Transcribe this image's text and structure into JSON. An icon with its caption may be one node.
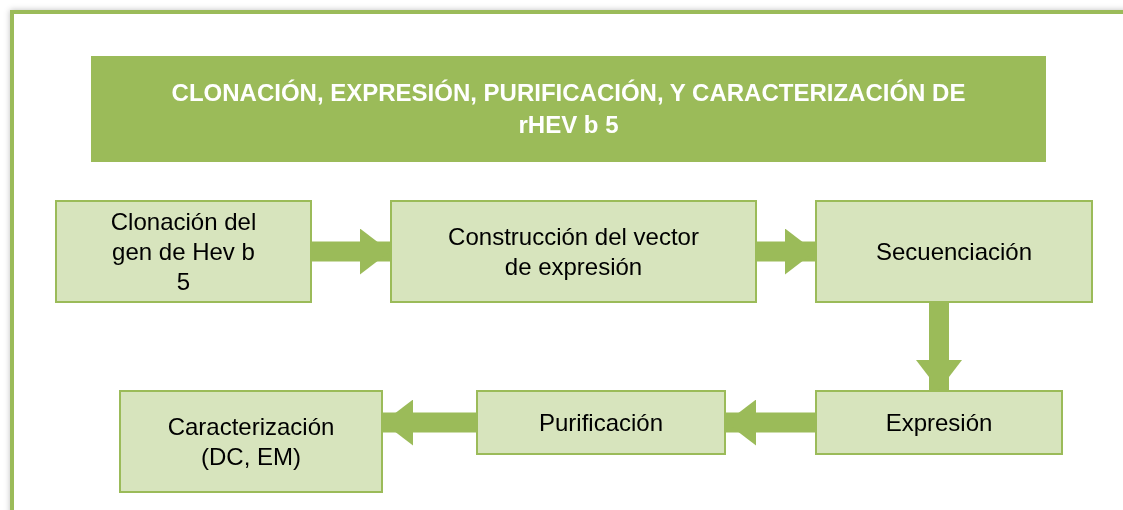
{
  "diagram": {
    "nodes": [
      {
        "text": [
          "CLONACIÓN, EXPRESIÓN, PURIFICACIÓN, Y CARACTERIZACIÓN DE rHEV b 5"
        ]
      },
      {
        "text": [
          "Clonación del gen de Hev b 5"
        ]
      },
      {
        "text": [
          "Construcción del vector de expresión"
        ]
      },
      {
        "text": [
          "Secuenciación"
        ]
      },
      {
        "text": [
          "Expresión"
        ]
      },
      {
        "text": [
          "Purificación"
        ]
      },
      {
        "text": [
          "Caracterización (DC, EM)"
        ]
      }
    ],
    "edges": [
      {
        "from": 1,
        "to": 2,
        "arrow": "to"
      },
      {
        "from": 2,
        "to": 3,
        "arrow": "to"
      },
      {
        "from": 3,
        "to": 4,
        "arrow": "to"
      },
      {
        "from": 4,
        "to": 5,
        "arrow": "to"
      },
      {
        "from": 5,
        "to": 6,
        "arrow": "to"
      }
    ]
  }
}
